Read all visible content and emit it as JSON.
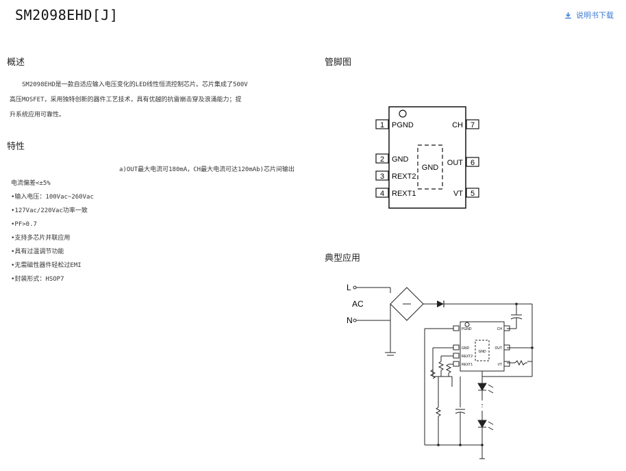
{
  "product": {
    "title": "SM2098EHD[J]"
  },
  "download": {
    "label": "说明书下载"
  },
  "overview": {
    "heading": "概述",
    "lines": [
      "　　SM2098EHD是一款自适应输入电压变化的LED线性恒流控制芯片。芯片集成了500V",
      "高压MOSFET，采用独特创新的器件工艺技术，具有优越的抗雷崩击穿及浪涌能力；提",
      "升系统应用可靠性。"
    ]
  },
  "features": {
    "heading": "特性",
    "first_line": "a)OUT最大电流可180mA，CH最大电流可达120mAb)芯片间输出",
    "items": [
      "电流偏差<±5%",
      "•输入电压：100Vac~260Vac",
      "•127Vac/220Vac功率一致",
      "•PF>0.7",
      "•支持多芯片并联应用",
      "•具有过温调节功能",
      "•无需磁性器件轻松过EMI",
      "•封装形式：HSOP7"
    ]
  },
  "pinout": {
    "heading": "管脚图",
    "pins_left": [
      {
        "num": "1",
        "name": "PGND"
      },
      {
        "num": "2",
        "name": "GND"
      },
      {
        "num": "3",
        "name": "REXT2"
      },
      {
        "num": "4",
        "name": "REXT1"
      }
    ],
    "pins_right": [
      {
        "num": "7",
        "name": "CH"
      },
      {
        "num": "6",
        "name": "OUT"
      },
      {
        "num": "5",
        "name": "VT"
      }
    ],
    "center_label": "GND"
  },
  "application": {
    "heading": "典型应用",
    "label_L": "L",
    "label_AC": "AC",
    "label_N": "N",
    "chip_pins_left": [
      "PGND",
      "GND",
      "REXT2",
      "REXT1"
    ],
    "chip_pins_right": [
      "CH",
      "OUT",
      "VT"
    ],
    "chip_center": "GND"
  }
}
